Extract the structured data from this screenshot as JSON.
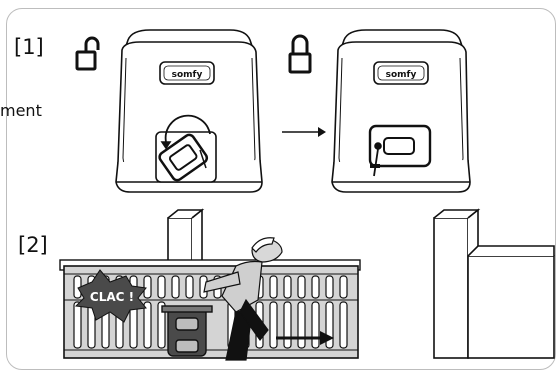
{
  "steps": [
    {
      "label": "[1]"
    },
    {
      "label": "[2]"
    }
  ],
  "side_text": "ment",
  "motor_brand": "somfy",
  "impact_text": "CLAC !",
  "colors": {
    "line": "#111111",
    "gate": "#d4d4d4",
    "motor_dark": "#4a4a4a",
    "frame": "#bdbdbd"
  },
  "icons": [
    "unlocked-padlock-icon",
    "locked-padlock-icon",
    "arrow-right-icon",
    "rotate-arrow-icon",
    "key-icon"
  ]
}
